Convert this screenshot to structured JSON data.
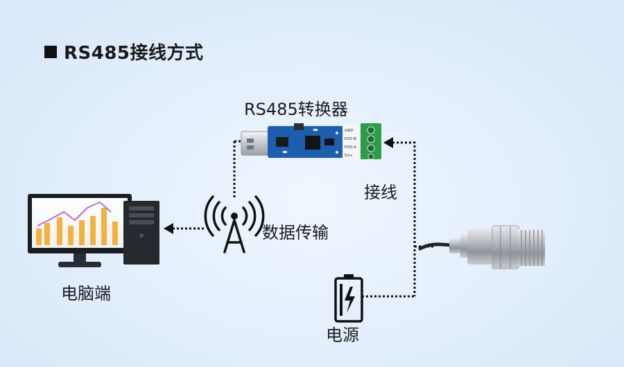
{
  "title": "RS485接线方式",
  "labels": {
    "converter": "RS485转换器",
    "wiring": "接线",
    "transmission": "数据传输",
    "computer": "电脑端",
    "power": "电源"
  },
  "terminal_pins": [
    "GND",
    "EXD-B",
    "EXD-A",
    "5V+"
  ],
  "icons": [
    "computer-icon",
    "antenna-icon",
    "battery-icon",
    "usb-converter-icon",
    "pressure-sensor-icon"
  ],
  "colors": {
    "background": "#e4f0fb",
    "pcb_blue": "#1d5fae",
    "terminal_green": "#2e9d4a",
    "line": "#111111"
  }
}
